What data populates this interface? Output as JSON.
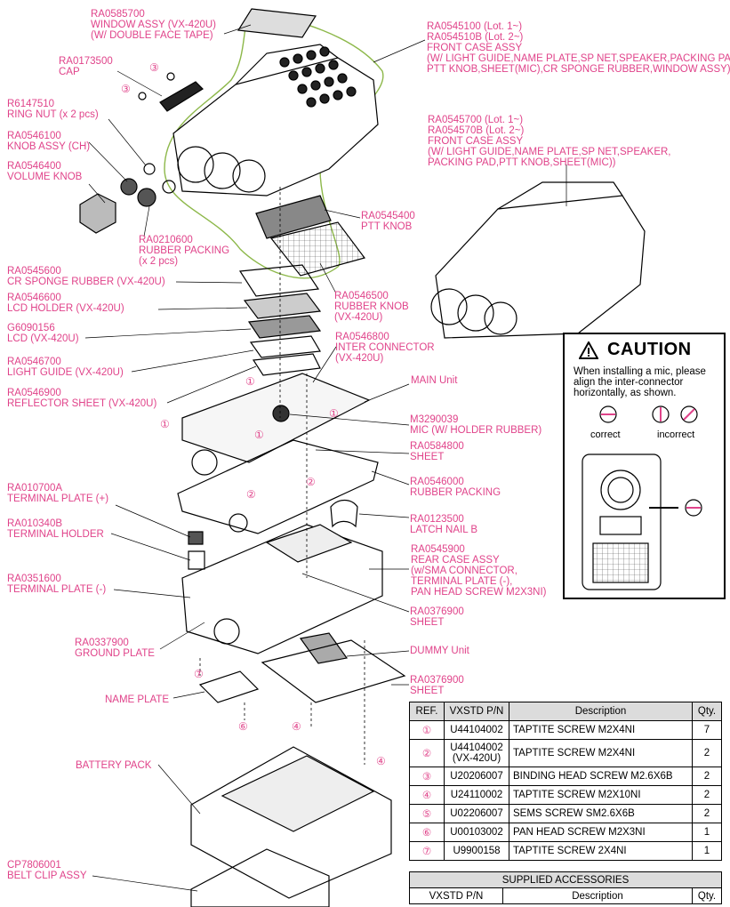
{
  "labels": [
    {
      "id": "window-assy",
      "lines": [
        "RA0585700",
        "WINDOW ASSY (VX-420U)",
        "(W/ DOUBLE FACE TAPE)"
      ]
    },
    {
      "id": "cap",
      "lines": [
        "RA0173500",
        "CAP"
      ]
    },
    {
      "id": "ring-nut",
      "lines": [
        "R6147510",
        "RING NUT (x 2 pcs)"
      ]
    },
    {
      "id": "knob-assy",
      "lines": [
        "RA0546100",
        "KNOB ASSY (CH)"
      ]
    },
    {
      "id": "volume-knob",
      "lines": [
        "RA0546400",
        "VOLUME KNOB"
      ]
    },
    {
      "id": "rubber-packing-small",
      "lines": [
        "RA0210600",
        "RUBBER PACKING",
        "(x 2 pcs)"
      ]
    },
    {
      "id": "cr-sponge",
      "lines": [
        "RA0545600",
        "CR SPONGE RUBBER (VX-420U)"
      ]
    },
    {
      "id": "lcd-holder",
      "lines": [
        "RA0546600",
        "LCD HOLDER (VX-420U)"
      ]
    },
    {
      "id": "lcd",
      "lines": [
        "G6090156",
        "LCD (VX-420U)"
      ]
    },
    {
      "id": "light-guide",
      "lines": [
        "RA0546700",
        "LIGHT GUIDE (VX-420U)"
      ]
    },
    {
      "id": "reflector-sheet",
      "lines": [
        "RA0546900",
        "REFLECTOR SHEET (VX-420U)"
      ]
    },
    {
      "id": "terminal-plate-plus",
      "lines": [
        "RA010700A",
        "TERMINAL PLATE (+)"
      ]
    },
    {
      "id": "terminal-holder",
      "lines": [
        "RA010340B",
        "TERMINAL HOLDER"
      ]
    },
    {
      "id": "terminal-plate-minus",
      "lines": [
        "RA0351600",
        "TERMINAL PLATE (-)"
      ]
    },
    {
      "id": "ground-plate",
      "lines": [
        "RA0337900",
        "GROUND PLATE"
      ]
    },
    {
      "id": "name-plate",
      "lines": [
        "NAME PLATE"
      ]
    },
    {
      "id": "battery-pack",
      "lines": [
        "BATTERY PACK"
      ]
    },
    {
      "id": "belt-clip",
      "lines": [
        "CP7806001",
        "BELT CLIP ASSY"
      ]
    },
    {
      "id": "front-case-assy-1",
      "lines": [
        "RA0545100 (Lot. 1~)",
        "RA054510B (Lot. 2~)",
        "FRONT CASE ASSY",
        "(W/ LIGHT GUIDE,NAME PLATE,SP NET,SPEAKER,PACKING PAD,",
        "PTT KNOB,SHEET(MIC),CR SPONGE RUBBER,WINDOW ASSY)"
      ]
    },
    {
      "id": "front-case-assy-2",
      "lines": [
        "RA0545700 (Lot. 1~)",
        "RA054570B (Lot. 2~)",
        "FRONT CASE ASSY",
        "(W/ LIGHT GUIDE,NAME PLATE,SP NET,SPEAKER,",
        "PACKING PAD,PTT KNOB,SHEET(MIC))"
      ]
    },
    {
      "id": "ptt-knob",
      "lines": [
        "RA0545400",
        "PTT KNOB"
      ]
    },
    {
      "id": "rubber-knob",
      "lines": [
        "RA0546500",
        "RUBBER KNOB",
        "(VX-420U)"
      ]
    },
    {
      "id": "inter-connector",
      "lines": [
        "RA0546800",
        "INTER CONNECTOR",
        "(VX-420U)"
      ]
    },
    {
      "id": "main-unit",
      "lines": [
        "MAIN Unit"
      ]
    },
    {
      "id": "mic",
      "lines": [
        "M3290039",
        "MIC (W/ HOLDER RUBBER)"
      ]
    },
    {
      "id": "sheet-1",
      "lines": [
        "RA0584800",
        "SHEET"
      ]
    },
    {
      "id": "rubber-packing-large",
      "lines": [
        "RA0546000",
        "RUBBER PACKING"
      ]
    },
    {
      "id": "latch-nail",
      "lines": [
        "RA0123500",
        "LATCH NAIL B"
      ]
    },
    {
      "id": "rear-case-assy",
      "lines": [
        "RA0545900",
        "REAR CASE ASSY",
        "(w/SMA CONNECTOR,",
        "TERMINAL PLATE (-),",
        "PAN HEAD SCREW M2X3NI)"
      ]
    },
    {
      "id": "sheet-2",
      "lines": [
        "RA0376900",
        "SHEET"
      ]
    },
    {
      "id": "dummy-unit",
      "lines": [
        "DUMMY Unit"
      ]
    },
    {
      "id": "sheet-3",
      "lines": [
        "RA0376900",
        "SHEET"
      ]
    }
  ],
  "screw_refs": [
    "①",
    "②",
    "③",
    "④",
    "⑤",
    "⑥",
    "⑦"
  ],
  "caution": {
    "title": "CAUTION",
    "message": "When installing a mic, please align the inter-connector horizontally, as shown.",
    "correct": "correct",
    "incorrect": "incorrect"
  },
  "parts_table": {
    "headers": [
      "REF.",
      "VXSTD P/N",
      "Description",
      "Qty."
    ],
    "rows": [
      {
        "ref": "①",
        "pn": "U44104002",
        "desc": "TAPTITE SCREW M2X4NI",
        "qty": "7"
      },
      {
        "ref": "②",
        "pn": "U44104002\n(VX-420U)",
        "desc": "TAPTITE SCREW M2X4NI",
        "qty": "2"
      },
      {
        "ref": "③",
        "pn": "U20206007",
        "desc": "BINDING HEAD SCREW M2.6X6B",
        "qty": "2"
      },
      {
        "ref": "④",
        "pn": "U24110002",
        "desc": "TAPTITE SCREW M2X10NI",
        "qty": "2"
      },
      {
        "ref": "⑤",
        "pn": "U02206007",
        "desc": "SEMS SCREW SM2.6X6B",
        "qty": "2"
      },
      {
        "ref": "⑥",
        "pn": "U00103002",
        "desc": "PAN HEAD SCREW M2X3NI",
        "qty": "1"
      },
      {
        "ref": "⑦",
        "pn": "U9900158",
        "desc": "TAPTITE SCREW 2X4NI",
        "qty": "1"
      }
    ]
  },
  "accessories_table": {
    "title": "SUPPLIED ACCESSORIES",
    "headers": [
      "VXSTD P/N",
      "Description",
      "Qty."
    ]
  },
  "colors": {
    "label": "#e0438a",
    "outline": "#8db84a",
    "line": "#000000"
  }
}
